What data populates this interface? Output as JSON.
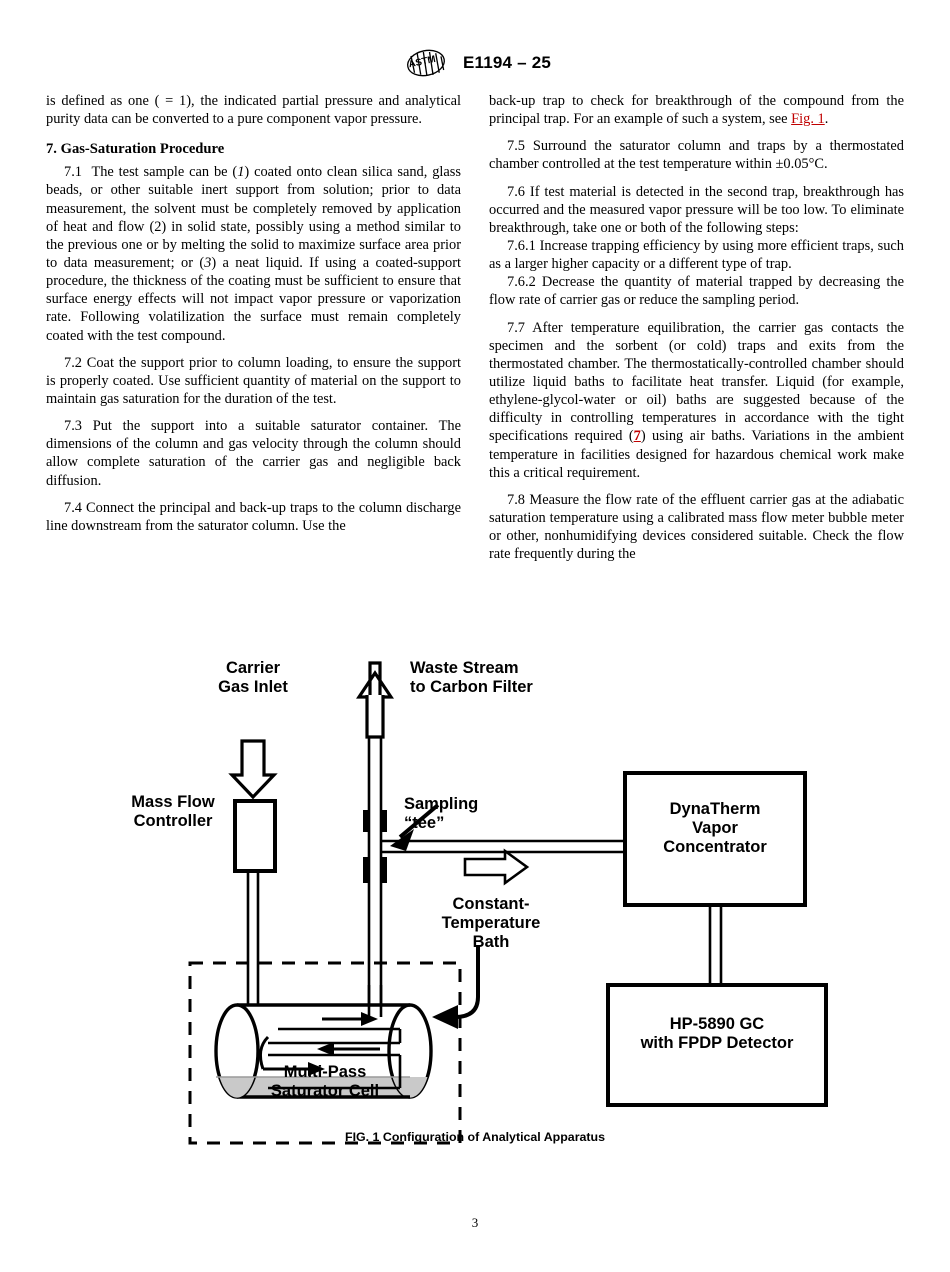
{
  "header": {
    "doc_id": "E1194 – 25",
    "logo_name": "astm-logo"
  },
  "left_column": {
    "continued_paragraph": "is defined as one ( = 1), the indicated partial pressure and analytical purity data can be converted to a pure component vapor pressure.",
    "section_heading": "7.  Gas-Saturation Procedure",
    "paragraphs": [
      {
        "id": "7.1",
        "number": "7.1",
        "text_parts": [
          {
            "t": "7.1  The test sample can be ("
          },
          {
            "t": "1",
            "style": "italic"
          },
          {
            "t": ") coated onto clean silica sand, glass beads, or other suitable inert support from solution; prior to data measurement, the solvent must be completely removed by application of heat and flow (2) in solid state, possibly using a method similar to the previous one or by melting the solid to maximize surface area prior to data measurement; or ("
          },
          {
            "t": "3",
            "style": "italic"
          },
          {
            "t": ") a neat liquid. If using a coated-support procedure, the thickness of the coating must be sufficient to ensure that surface energy effects will not impact vapor pressure or vaporization rate. Following volatilization the surface must remain completely coated with the test compound."
          }
        ]
      },
      {
        "id": "7.2",
        "number": "7.2",
        "text": "7.2  Coat the support prior to column loading, to ensure the support is properly coated. Use sufficient quantity of material on the support to maintain gas saturation for the duration of the test."
      },
      {
        "id": "7.3",
        "number": "7.3",
        "text": "7.3  Put the support into a suitable saturator container. The dimensions of the column and gas velocity through the column should allow complete saturation of the carrier gas and negligible back diffusion."
      },
      {
        "id": "7.4",
        "number": "7.4",
        "text": "7.4  Connect the principal and back-up traps to the column discharge line downstream from the saturator column. Use the"
      }
    ]
  },
  "right_column": {
    "continued_paragraph_pre": "back-up trap to check for breakthrough of the compound from the principal trap. For an example of such a system, see ",
    "continued_paragraph_link": "Fig. 1",
    "continued_paragraph_post": ".",
    "paragraphs": [
      {
        "id": "7.5",
        "number": "7.5",
        "text": "7.5  Surround the saturator column and traps by a thermostated chamber controlled at the test temperature within ±0.05°C."
      },
      {
        "id": "7.6",
        "number": "7.6",
        "text": "7.6  If test material is detected in the second trap, breakthrough has occurred and the measured vapor pressure will be too low. To eliminate breakthrough, take one or both of the following steps:"
      },
      {
        "id": "7.6.1",
        "number": "7.6.1",
        "text": "7.6.1  Increase trapping efficiency by using more efficient traps, such as a larger higher capacity or a different type of trap."
      },
      {
        "id": "7.6.2",
        "number": "7.6.2",
        "text": "7.6.2  Decrease the quantity of material trapped by decreasing the flow rate of carrier gas or reduce the sampling period."
      },
      {
        "id": "7.7",
        "number": "7.7",
        "text_pre": "7.7  After temperature equilibration, the carrier gas contacts the specimen and the sorbent (or cold) traps and exits from the thermostated chamber. The thermostatically-controlled chamber should utilize liquid baths to facilitate heat transfer. Liquid (for example, ethylene-glycol-water or oil) baths are suggested because of the difficulty in controlling temperatures in accordance with the tight specifications required (",
        "link": "7",
        "text_post": ") using air baths. Variations in the ambient temperature in facilities designed for hazardous chemical work make this a critical requirement."
      },
      {
        "id": "7.8",
        "number": "7.8",
        "text": "7.8  Measure the flow rate of the effluent carrier gas at the adiabatic saturation temperature using a calibrated mass flow meter bubble meter or other, nonhumidifying devices considered suitable. Check the flow rate frequently during the"
      }
    ]
  },
  "figure": {
    "caption": "FIG. 1  Configuration of Analytical Apparatus",
    "labels": {
      "carrier_gas_inlet": "Carrier\nGas Inlet",
      "mass_flow_controller": "Mass Flow\nController",
      "waste_stream": "Waste Stream\nto Carbon Filter",
      "sampling_tee": "Sampling\n“tee”",
      "constant_temperature_bath": "Constant-\nTemperature\nBath",
      "dynatherm": "DynaTherm\nVapor\nConcentrator",
      "gc_detector": "HP-5890 GC\nwith FPDP Detector",
      "saturator_cell": "Multi-Pass\nSaturator Cell"
    },
    "colors": {
      "line": "#000000",
      "liquid_fill": "#c9c9c9",
      "background": "#ffffff"
    }
  },
  "folio": {
    "page_number": "3"
  }
}
